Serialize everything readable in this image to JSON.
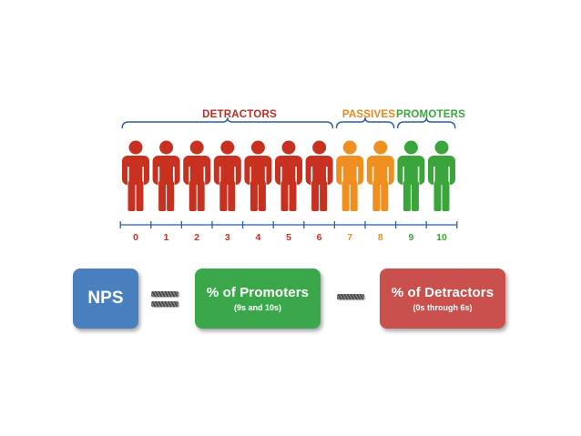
{
  "groups": {
    "detractors": {
      "label": "DETRACTORS",
      "color": "#c22a1f"
    },
    "passives": {
      "label": "PASSIVES",
      "color": "#e8861a"
    },
    "promoters": {
      "label": "PROMOTERS",
      "color": "#3aa63c"
    }
  },
  "scale": [
    {
      "label": "0",
      "group": "detractors"
    },
    {
      "label": "1",
      "group": "detractors"
    },
    {
      "label": "2",
      "group": "detractors"
    },
    {
      "label": "3",
      "group": "detractors"
    },
    {
      "label": "4",
      "group": "detractors"
    },
    {
      "label": "5",
      "group": "detractors"
    },
    {
      "label": "6",
      "group": "detractors"
    },
    {
      "label": "7",
      "group": "passives"
    },
    {
      "label": "8",
      "group": "passives"
    },
    {
      "label": "9",
      "group": "promoters"
    },
    {
      "label": "10",
      "group": "promoters"
    }
  ],
  "colors": {
    "person_detractor": "#c8301f",
    "person_passive": "#f08f1f",
    "person_promoter": "#3aa53a",
    "bracket": "#2a5fa8"
  },
  "formula": {
    "nps": {
      "label": "NPS",
      "color": "#4a7fc0"
    },
    "equals_icon": "equals-sign",
    "promoters": {
      "label": "% of Promoters",
      "sublabel": "(9s and 10s)",
      "color": "#3aa84a"
    },
    "minus_icon": "minus-sign",
    "detractors": {
      "label": "% of Detractors",
      "sublabel": "(0s through 6s)",
      "color": "#c9504c"
    }
  }
}
